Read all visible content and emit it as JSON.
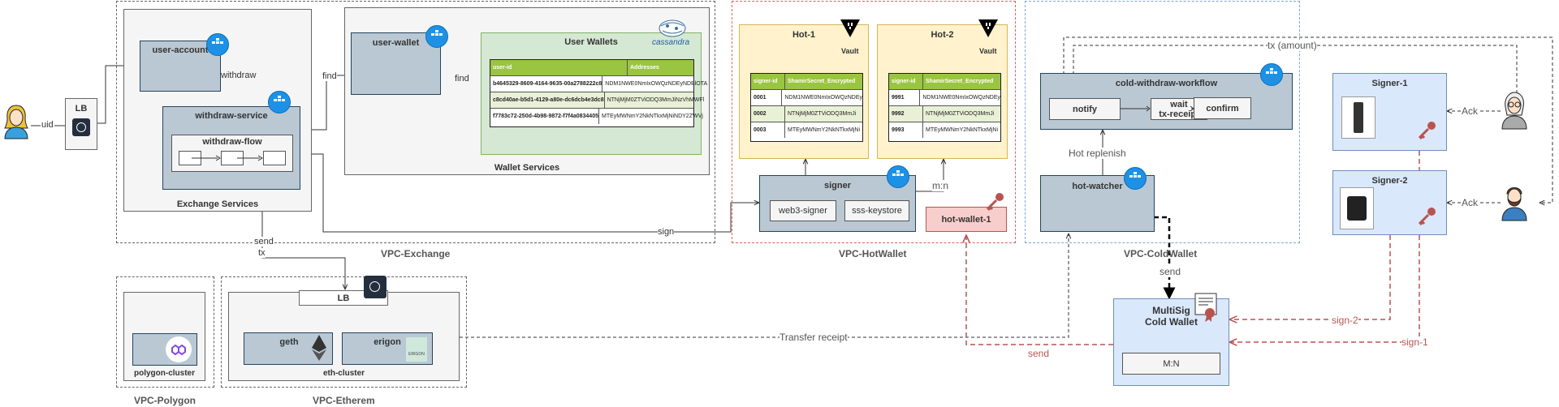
{
  "vpcs": {
    "exchange": "VPC-Exchange",
    "hotwallet": "VPC-HotWallet",
    "coldwallet": "VPC-ColdWallet",
    "polygon": "VPC-Polygon",
    "etherem": "VPC-Etherem"
  },
  "groups": {
    "exchange_services": "Exchange Services",
    "wallet_services": "Wallet Services",
    "eth_cluster": "eth-cluster",
    "polygon_cluster": "polygon-cluster"
  },
  "nodes": {
    "lb": "LB",
    "user_account": "user-account",
    "withdraw_service": "withdraw-service",
    "withdraw_flow": "withdraw-flow",
    "user_wallet": "user-wallet",
    "user_wallets": "User Wallets",
    "cassandra": "cassandra",
    "hot1": "Hot-1",
    "hot2": "Hot-2",
    "vault": "Vault",
    "signer": "signer",
    "web3_signer": "web3-signer",
    "sss_keystore": "sss-keystore",
    "hot_wallet_1": "hot-wallet-1",
    "cold_withdraw_workflow": "cold-withdraw-workflow",
    "notify": "notify",
    "wait_line1": "wait",
    "wait_line2": "tx-receipt",
    "confirm": "confirm",
    "hot_watcher": "hot-watcher",
    "signer1": "Signer-1",
    "signer2": "Signer-2",
    "multisig_line1": "MultiSig",
    "multisig_line2": "Cold Wallet",
    "mn_box": "M:N",
    "eth_lb": "LB",
    "geth": "geth",
    "erigon": "erigon",
    "erigon_logo": "ERIGON"
  },
  "edges": {
    "uid": "uid",
    "withdraw": "withdraw",
    "find1": "find",
    "find2": "find",
    "send": "send",
    "tx": "tx",
    "sign": "sign",
    "mn": "m:n",
    "hot_replenish": "Hot replenish",
    "tx_amount": "tx (amount)",
    "ack1": "Ack",
    "ack2": "Ack",
    "send_cold": "send",
    "transfer_receipt": "Transfer receipt",
    "send_red": "send",
    "sign2": "sign-2",
    "sign1": "sign-1"
  },
  "user_wallets_table": {
    "headers": [
      "user-id",
      "Addresses"
    ],
    "rows": [
      [
        "b4645329-8609-4164-9635-00a2788222c8",
        "NDM1NWE0NmIxOWQzNDEyNDBlOTA"
      ],
      [
        "c8cd40ae-b5d1-4129-a80e-dc6dcb4e3dc8",
        "NTNjMjM0ZTViODQ3MmJiNzVhMWFl"
      ],
      [
        "f7783c72-250d-4b98-9872-f7f4a0834405",
        "MTEyMWNmY2NkNTkxMjNiNDY2ZWVj"
      ]
    ]
  },
  "hot1_table": {
    "headers": [
      "signer-id",
      "ShamirSecret_Encrypted"
    ],
    "rows": [
      [
        "0001",
        "NDM1NWE0NmIxOWQzNDEy"
      ],
      [
        "0002",
        "NTNjMjM0ZTViODQ3MmJi"
      ],
      [
        "0003",
        "MTEyMWNmY2NkNTkxMjNi"
      ]
    ]
  },
  "hot2_table": {
    "headers": [
      "signer-id",
      "ShamirSecret_Encrypted"
    ],
    "rows": [
      [
        "9991",
        "NDM1NWE0NmIxOWQzNDEy"
      ],
      [
        "9992",
        "NTNjMjM0ZTViODQ3MmJi"
      ],
      [
        "9993",
        "MTEyMWNmY2NkNTkxMjNi"
      ]
    ]
  },
  "colors": {
    "service_fill": "#bac8d3",
    "docker_blue": "#1d91e6",
    "signed_red": "#b85450",
    "table_header": "#9ac540",
    "wallet_green": "#d5e8d4",
    "hot_yellow": "#fff2cc",
    "signer_blue": "#dae8fc"
  },
  "icons": [
    "user-woman-icon",
    "user-man-glasses-icon",
    "user-man-beard-icon",
    "docker-icon",
    "vault-icon",
    "cassandra-icon",
    "key-icon",
    "certificate-icon",
    "ethereum-icon",
    "polygon-icon",
    "hardware-wallet-icon",
    "lb-icon"
  ]
}
